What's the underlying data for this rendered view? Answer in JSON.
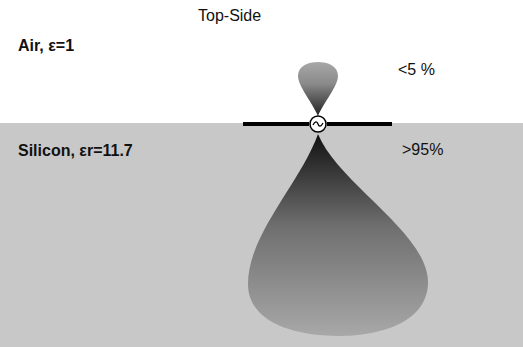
{
  "diagram": {
    "title": "Top-Side",
    "nodes": [
      {
        "text": [
          "Silicon, εr=11.7"
        ]
      }
    ],
    "labels": [
      "Air, ε=1",
      "<5 %",
      ">95%"
    ]
  }
}
